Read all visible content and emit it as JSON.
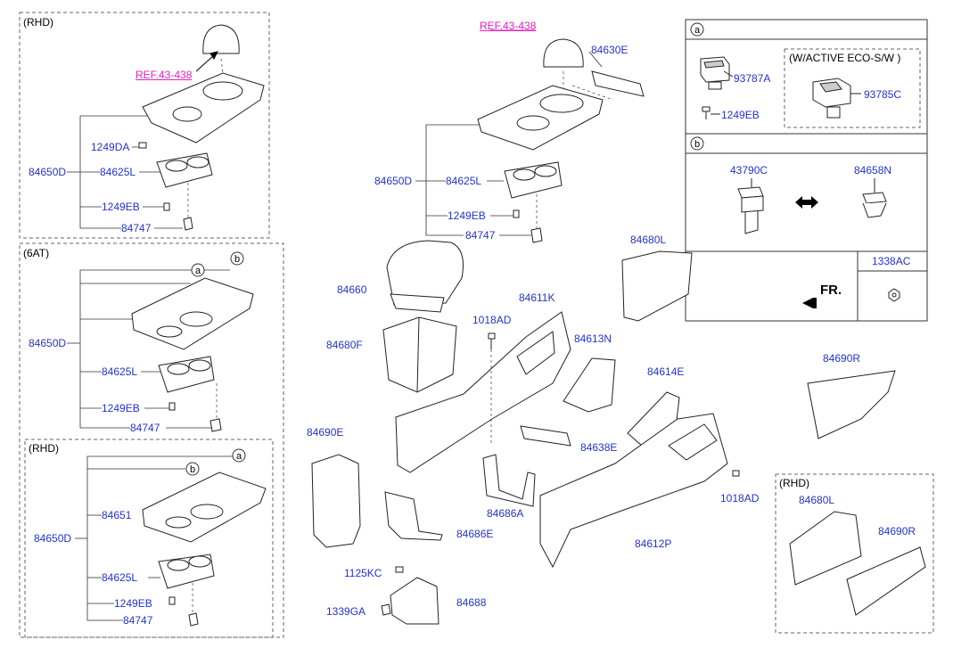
{
  "panels": {
    "rhd_top": "(RHD)",
    "at6": "(6AT)",
    "rhd_mid": "(RHD)",
    "rhd_bottom_right": "(RHD)",
    "active_eco": "(W/ACTIVE ECO-S/W )"
  },
  "refs": {
    "left_top": "REF.43-438",
    "center_top": "REF.43-438"
  },
  "legend": {
    "a_letter": "a",
    "b_letter": "b",
    "part_93787A": "93787A",
    "part_1249EB": "1249EB",
    "part_93785C": "93785C",
    "part_43790C": "43790C",
    "part_84658N": "84658N",
    "part_1338AC": "1338AC",
    "fr": "FR."
  },
  "callouts": {
    "a": "a",
    "b": "b"
  },
  "parts": {
    "p84630E": "84630E",
    "p84650D": "84650D",
    "p84625L": "84625L",
    "p1249DA": "1249DA",
    "p1249EB": "1249EB",
    "p84747": "84747",
    "p84651": "84651",
    "p84680L": "84680L",
    "p84660": "84660",
    "p84611K": "84611K",
    "p1018AD": "1018AD",
    "p84680F": "84680F",
    "p84613N": "84613N",
    "p84614E": "84614E",
    "p84690R": "84690R",
    "p84690E": "84690E",
    "p84638E": "84638E",
    "p84686A": "84686A",
    "p84686E": "84686E",
    "p84612P": "84612P",
    "p1125KC": "1125KC",
    "p1339GA": "1339GA",
    "p84688": "84688"
  }
}
